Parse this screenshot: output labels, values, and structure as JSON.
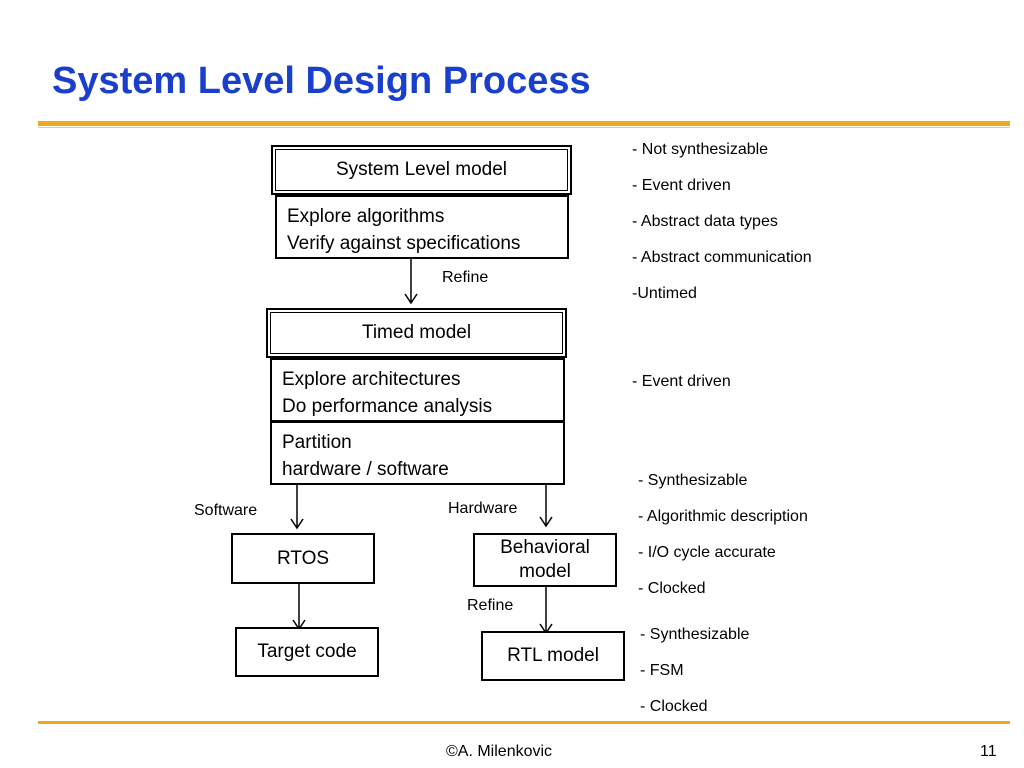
{
  "slide": {
    "title": "System Level Design Process",
    "footer_author": "©A. Milenkovic",
    "page_number": "11"
  },
  "diagram": {
    "system_level_model": "System Level model",
    "explore_algorithms": [
      "Explore algorithms",
      "Verify against specifications"
    ],
    "refine_label_1": "Refine",
    "timed_model": "Timed model",
    "explore_architectures": [
      "Explore architectures",
      "Do performance analysis"
    ],
    "partition": [
      "Partition",
      "hardware / software"
    ],
    "software_label": "Software",
    "hardware_label": "Hardware",
    "rtos": "RTOS",
    "behavioral_model": [
      "Behavioral",
      "model"
    ],
    "refine_label_2": "Refine",
    "target_code": "Target code",
    "rtl_model": "RTL model"
  },
  "notes": {
    "system_level": [
      "- Not synthesizable",
      "- Event driven",
      "- Abstract data types",
      "- Abstract communication",
      "-Untimed"
    ],
    "timed": [
      "- Event driven"
    ],
    "behavioral": [
      "- Synthesizable",
      "- Algorithmic description",
      "- I/O cycle accurate",
      "- Clocked"
    ],
    "rtl": [
      "- Synthesizable",
      "- FSM",
      "- Clocked"
    ]
  },
  "colors": {
    "title": "#1a3fcc",
    "rule": "#f0a81c"
  }
}
